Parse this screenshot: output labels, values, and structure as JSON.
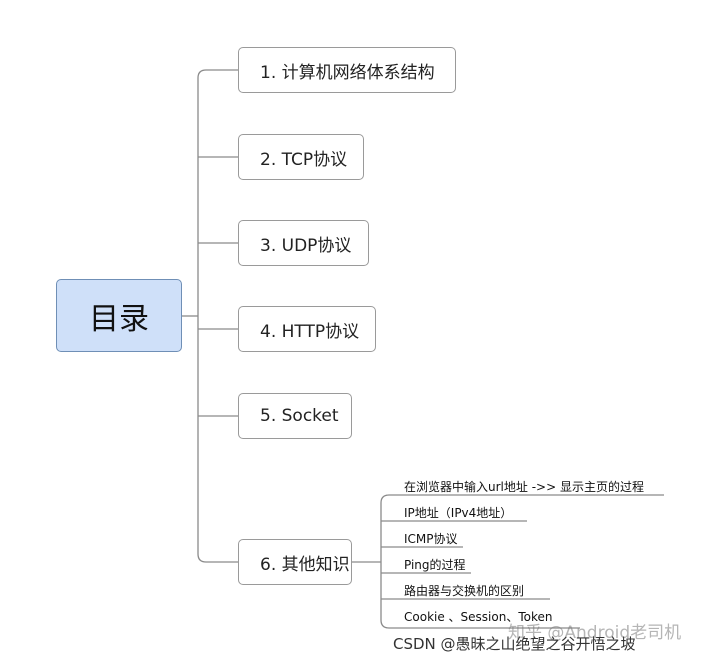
{
  "root": {
    "label": "目录"
  },
  "topics": [
    {
      "label": "1. 计算机网络体系结构"
    },
    {
      "label": "2. TCP协议"
    },
    {
      "label": "3. UDP协议"
    },
    {
      "label": "4. HTTP协议"
    },
    {
      "label": "5. Socket"
    },
    {
      "label": "6. 其他知识"
    }
  ],
  "subtopics": [
    {
      "label": "在浏览器中输入url地址 ->> 显示主页的过程"
    },
    {
      "label": "IP地址（IPv4地址）"
    },
    {
      "label": "ICMP协议"
    },
    {
      "label": "Ping的过程"
    },
    {
      "label": "路由器与交换机的区别"
    },
    {
      "label": "Cookie 、Session、Token"
    }
  ],
  "watermarks": {
    "zhihu": "知乎 @Android老司机",
    "csdn": "CSDN @愚昧之山绝望之谷开悟之坡"
  },
  "colors": {
    "root_fill": "#cfe0f9",
    "root_border": "#6f8fb6",
    "topic_border": "#9a9a9a",
    "connector": "#8a8a8a"
  }
}
